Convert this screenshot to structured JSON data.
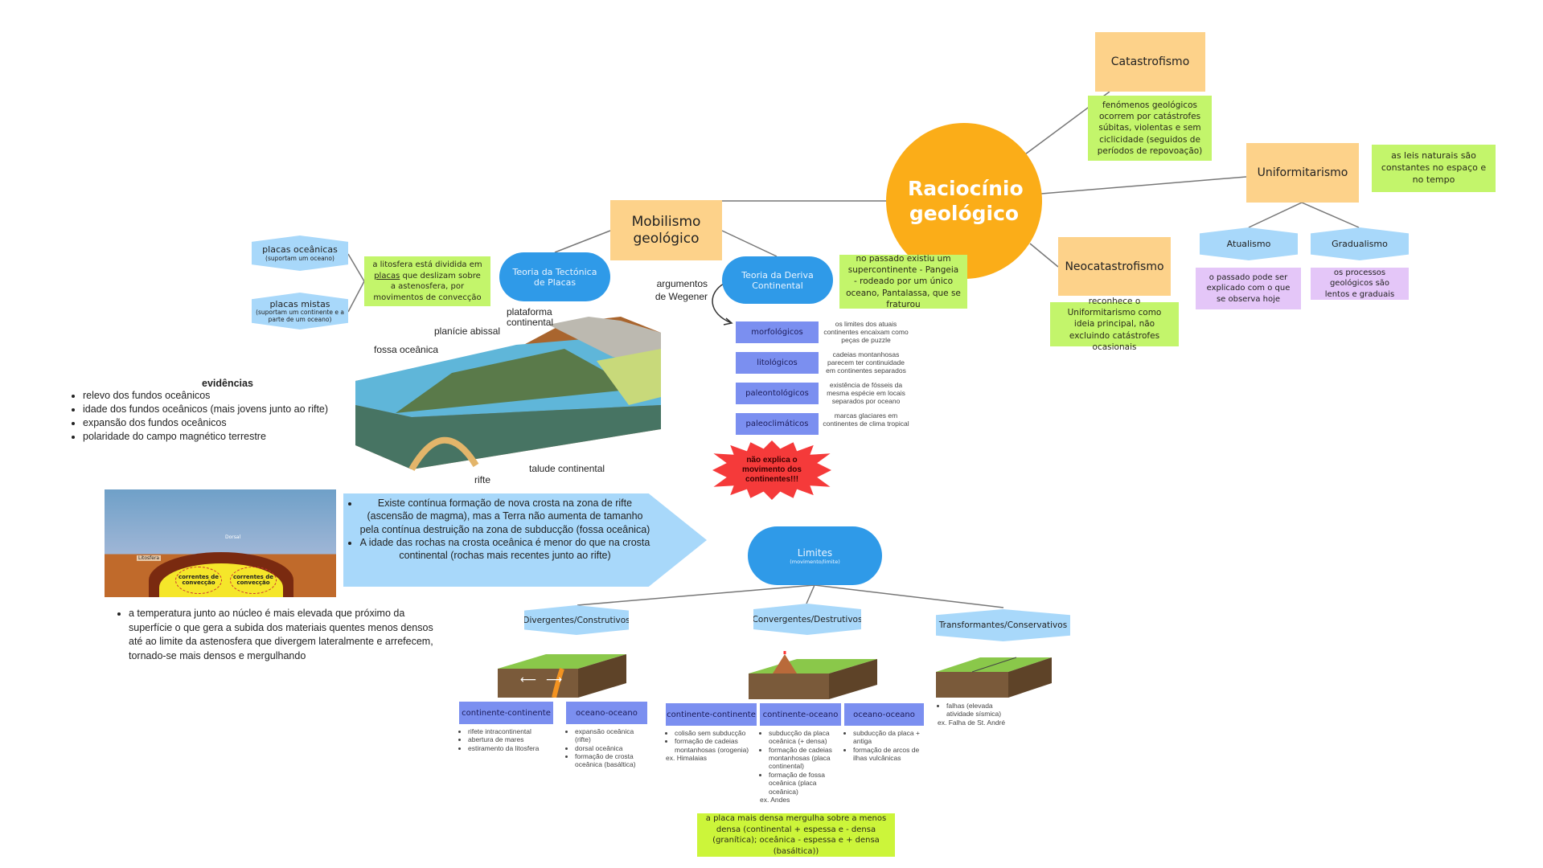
{
  "center": {
    "title": "Raciocínio geológico"
  },
  "catastrofismo": {
    "title": "Catastrofismo",
    "text": "fenómenos geológicos ocorrem por catástrofes súbitas, violentas e sem ciclicidade (seguidos de períodos de repovoação)"
  },
  "uniformitarismo": {
    "title": "Uniformitarismo",
    "text": "as leis naturais são constantes no espaço e no tempo",
    "atualismo": {
      "title": "Atualismo",
      "text": "o passado pode ser explicado com o que se observa hoje"
    },
    "gradualismo": {
      "title": "Gradualismo",
      "text": "os processos geológicos são lentos e graduais"
    }
  },
  "neocatastrofismo": {
    "title": "Neocatastrofismo",
    "text": "reconhece o Uniformitarismo como ideia principal, não excluindo catástrofes ocasionais"
  },
  "mobilismo": {
    "title": "Mobilismo geológico"
  },
  "tectonica": {
    "title": "Teoria da Tectónica de Placas",
    "text_pre": "a litosfera está dividida em ",
    "text_link": "placas",
    "text_post": " que deslizam sobre a astenosfera, por movimentos de convecção",
    "oceanicas": {
      "title": "placas oceânicas",
      "sub": "(suportam um oceano)"
    },
    "mistas": {
      "title": "placas mistas",
      "sub": "(suportam um continente e a parte de um oceano)"
    }
  },
  "diagram_labels": {
    "fossa": "fossa oceânica",
    "planicie": "planície abissal",
    "plataforma": "plataforma continental",
    "rifte": "rifte",
    "talude": "talude continental"
  },
  "evidencias": {
    "title": "evidências",
    "items": [
      "relevo dos fundos oceânicos",
      "idade dos fundos oceânicos (mais jovens junto ao rifte)",
      "expansão dos fundos oceânicos",
      "polaridade do campo magnético terrestre"
    ]
  },
  "convection_image": {
    "label_left": "correntes de convecção",
    "label_right": "correntes de convecção",
    "dorsal": "Dorsal",
    "litosfera": "Litosfera"
  },
  "arrow_note": {
    "items": [
      "Existe contínua formação de nova crosta na zona de rifte (ascensão de magma), mas a Terra não aumenta de tamanho pela contínua destruição na zona de subducção (fossa oceânica)",
      "A idade das rochas na crosta oceânica é menor do que na crosta continental (rochas mais recentes junto ao rifte)"
    ]
  },
  "temperatura": {
    "text": "a temperatura junto ao núcleo é mais elevada que próximo da superfície o que gera a subida dos materiais quentes menos densos até ao limite da astenosfera que divergem lateralmente e arrefecem, tornado-se mais densos e mergulhando"
  },
  "deriva": {
    "title": "Teoria da Deriva Continental",
    "text": "no passado existiu um supercontinente - Pangeia - rodeado por um único oceano, Pantalassa, que se fraturou",
    "argumentos": "argumentos de Wegener",
    "args": [
      {
        "label": "morfológicos",
        "desc": "os limites dos atuais continentes encaixam como peças de puzzle"
      },
      {
        "label": "litológicos",
        "desc": "cadeias montanhosas parecem ter continuidade em continentes separados"
      },
      {
        "label": "paleontológicos",
        "desc": "existência de fósseis da mesma espécie em locais separados por oceano"
      },
      {
        "label": "paleoclimáticos",
        "desc": "marcas glaciares em continentes de clima tropical"
      }
    ],
    "warning": "não explica o movimento dos continentes!!!"
  },
  "limites": {
    "title": "Limites",
    "sub": "(movimento/limite)",
    "divergentes": {
      "title": "Divergentes/Construtivos",
      "cc": {
        "title": "continente-continente",
        "items": [
          "rifete intracontinental",
          "abertura de mares",
          "estiramento da litosfera"
        ]
      },
      "oo": {
        "title": "oceano-oceano",
        "items": [
          "expansão oceânica (rifte)",
          "dorsal oceânica",
          "formação de crosta oceânica (basáltica)"
        ]
      }
    },
    "convergentes": {
      "title": "Convergentes/Destrutivos",
      "cc": {
        "title": "continente-continente",
        "items": [
          "colisão sem subducção",
          "formação de cadeias montanhosas (orogenia)"
        ],
        "ex": "ex. Himalaias"
      },
      "co": {
        "title": "continente-oceano",
        "items": [
          "subducção da placa oceânica (+ densa)",
          "formação de cadeias montanhosas (placa continental)",
          "formação de fossa oceânica (placa oceânica)"
        ],
        "ex": "ex.  Andes"
      },
      "oo": {
        "title": "oceano-oceano",
        "items": [
          "subducção da placa + antiga",
          "formação de arcos de ilhas vulcânicas"
        ]
      },
      "note": "a placa mais densa mergulha sobre a menos densa (continental + espessa e - densa (granítica); oceânica - espessa e + densa (basáltica))"
    },
    "transformantes": {
      "title": "Transformantes/Conservativos",
      "items": [
        "falhas (elevada atividade sísmica)"
      ],
      "ex": "ex. Falha de St. André"
    }
  },
  "colors": {
    "center": "#fbad18",
    "orange_box": "#fdd28a",
    "green_note": "#c3f56b",
    "blue_pill": "#2f9ae8",
    "hex_blue": "#a8d8fa",
    "purple_note": "#e4c6f8",
    "wegener_box": "#7b8ff0",
    "warning": "#f53a3a"
  }
}
